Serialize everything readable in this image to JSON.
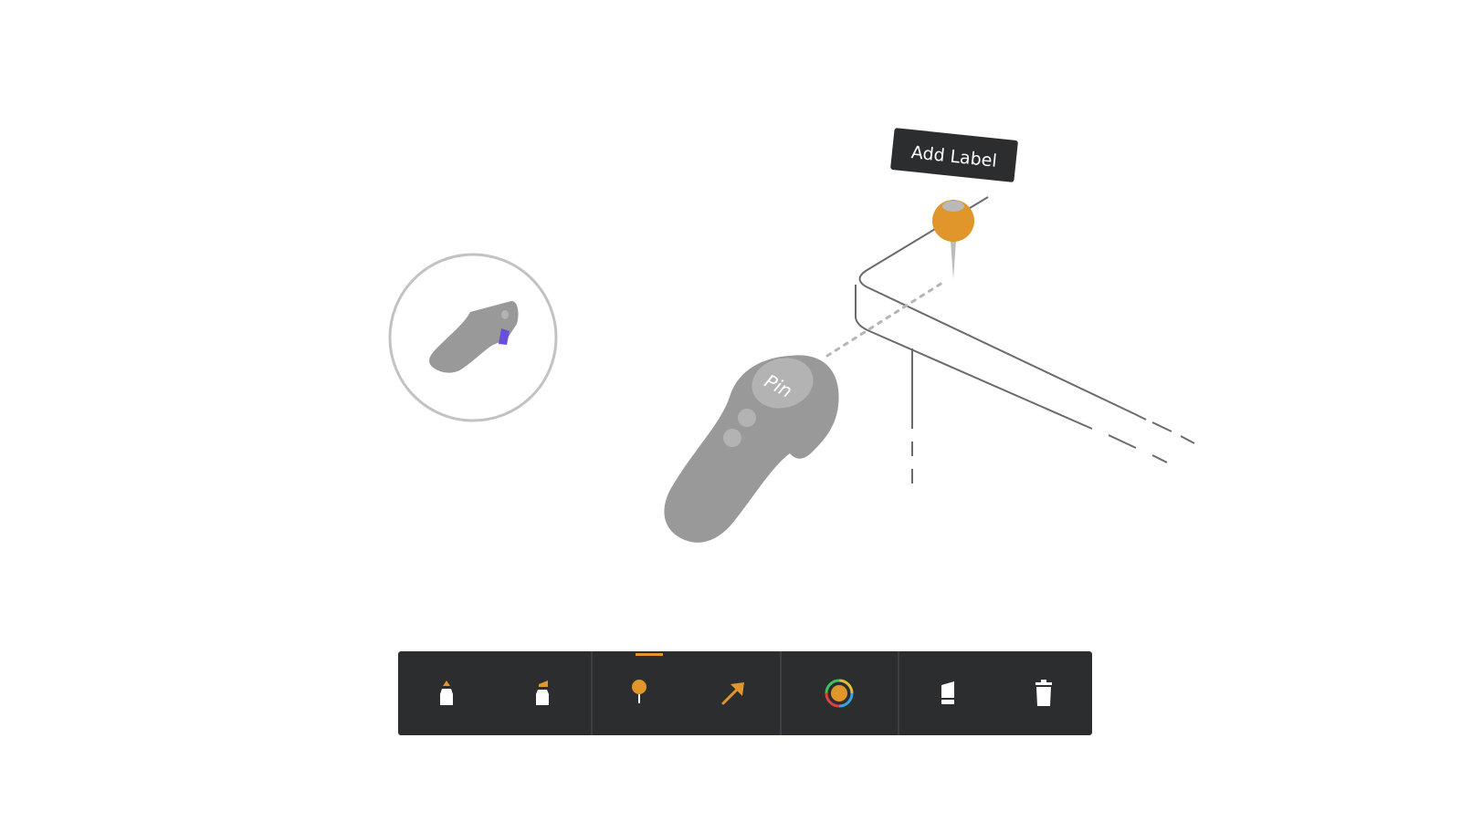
{
  "scene": {
    "controller_button_label": "Pin",
    "tooltip_label": "Add Label"
  },
  "toolbar": {
    "active_tool": "pin",
    "groups": [
      {
        "tools": [
          "marker-tool",
          "highlighter-tool"
        ]
      },
      {
        "tools": [
          "pin-tool",
          "arrow-tool"
        ]
      },
      {
        "tools": [
          "color-picker-tool"
        ]
      },
      {
        "tools": [
          "eraser-tool",
          "delete-tool"
        ]
      }
    ]
  },
  "colors": {
    "accent": "#e0962a",
    "toolbar_bg": "#2b2d2e",
    "controller_gray": "#999999",
    "trigger_purple": "#6a4fd8"
  }
}
